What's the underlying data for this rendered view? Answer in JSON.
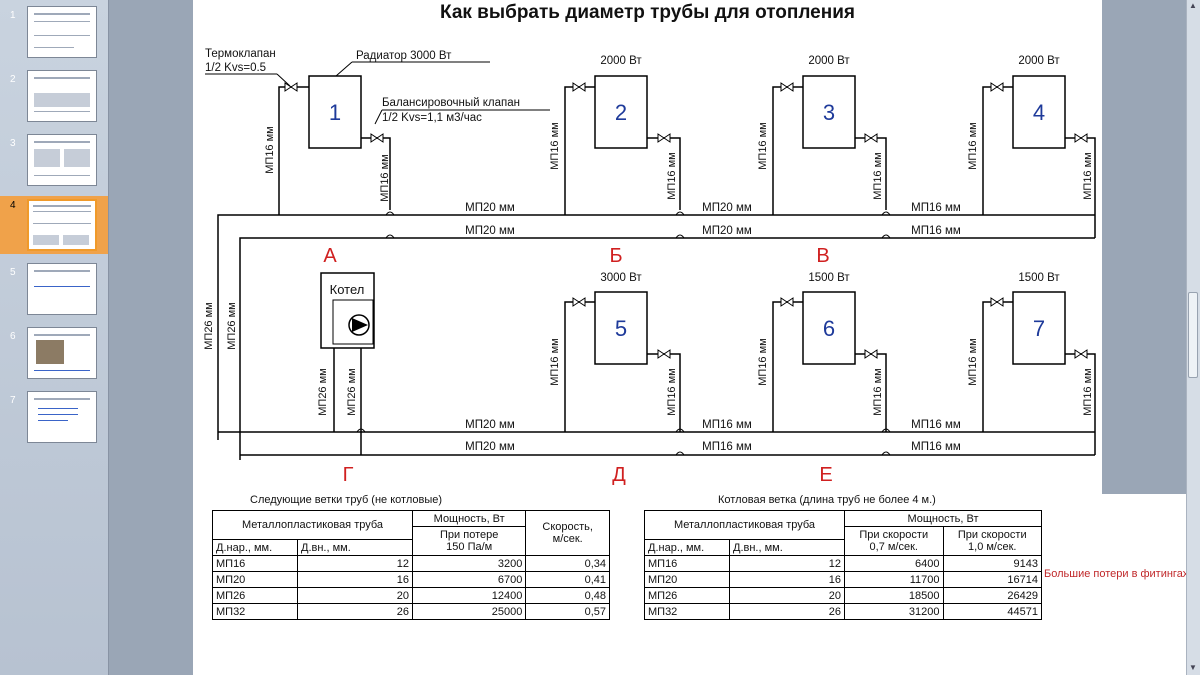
{
  "slides": {
    "numbers": [
      "1",
      "2",
      "3",
      "4",
      "5",
      "6",
      "7"
    ],
    "active_index": 3
  },
  "title": "Как выбрать диаметр трубы для отопления",
  "diagram": {
    "thermo_valve_label": "Термоклапан",
    "thermo_valve_spec": "1/2 Kvs=0.5",
    "radiator_label": "Радиатор 3000 Вт",
    "balance_valve_label": "Балансировочный клапан",
    "balance_valve_spec": "1/2 Kvs=1,1 м3/час",
    "radiators": [
      {
        "num": "1",
        "power": ""
      },
      {
        "num": "2",
        "power": "2000 Вт"
      },
      {
        "num": "3",
        "power": "2000 Вт"
      },
      {
        "num": "4",
        "power": "2000 Вт"
      },
      {
        "num": "5",
        "power": "3000 Вт"
      },
      {
        "num": "6",
        "power": "1500 Вт"
      },
      {
        "num": "7",
        "power": "1500 Вт"
      }
    ],
    "boiler_label": "Котел",
    "nodes": [
      "А",
      "Б",
      "В",
      "Г",
      "Д",
      "Е"
    ],
    "pipes": {
      "mp16": "МП16 мм",
      "mp20": "МП20 мм",
      "mp26": "МП26 мм"
    }
  },
  "table_left": {
    "caption": "Следующие ветки труб (не котловые)",
    "head_pipe": "Металлопластиковая труба",
    "head_power": "Мощность, Вт",
    "head_power_sub1": "При потере",
    "head_power_sub2": "150 Па/м",
    "head_speed1": "Скорость,",
    "head_speed2": "м/сек.",
    "head_dout": "Д.нар., мм.",
    "head_din": "Д.вн., мм.",
    "rows": [
      {
        "name": "МП16",
        "din": "12",
        "power": "3200",
        "speed": "0,34"
      },
      {
        "name": "МП20",
        "din": "16",
        "power": "6700",
        "speed": "0,41"
      },
      {
        "name": "МП26",
        "din": "20",
        "power": "12400",
        "speed": "0,48"
      },
      {
        "name": "МП32",
        "din": "26",
        "power": "25000",
        "speed": "0,57"
      }
    ]
  },
  "table_right": {
    "caption": "Котловая ветка (длина труб не более 4 м.)",
    "head_pipe": "Металлопластиковая труба",
    "head_power": "Мощность, Вт",
    "head_sub1a": "При скорости",
    "head_sub1b": "0,7 м/сек.",
    "head_sub2a": "При скорости",
    "head_sub2b": "1,0 м/сек.",
    "head_dout": "Д.нар., мм.",
    "head_din": "Д.вн., мм.",
    "rows": [
      {
        "name": "МП16",
        "din": "12",
        "p07": "6400",
        "p10": "9143"
      },
      {
        "name": "МП20",
        "din": "16",
        "p07": "11700",
        "p10": "16714"
      },
      {
        "name": "МП26",
        "din": "20",
        "p07": "18500",
        "p10": "26429"
      },
      {
        "name": "МП32",
        "din": "26",
        "p07": "31200",
        "p10": "44571"
      }
    ]
  },
  "side_note": "Большие потери в фитингах"
}
